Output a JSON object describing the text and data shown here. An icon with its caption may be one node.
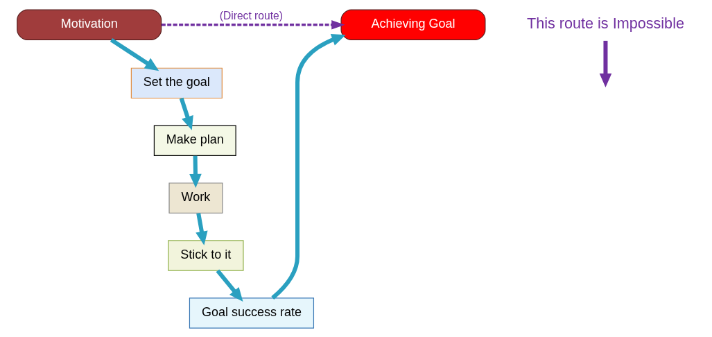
{
  "diagram": {
    "nodes": [
      {
        "text": [
          "Motivation"
        ]
      },
      {
        "text": [
          "Achieving Goal"
        ]
      },
      {
        "text": [
          "This route is Impossible"
        ]
      },
      {
        "text": [
          "Set the goal"
        ]
      },
      {
        "text": [
          "Make plan"
        ]
      },
      {
        "text": [
          "Work"
        ]
      },
      {
        "text": [
          "Stick to it"
        ]
      },
      {
        "text": [
          "Goal success rate"
        ]
      }
    ],
    "edges": [
      {
        "from": 0,
        "to": 1,
        "arrow": "to",
        "label": "(Direct route)",
        "style": "dashed",
        "color": "#7030a0"
      },
      {
        "from": 2,
        "to": null,
        "arrow": "to",
        "color": "#7030a0"
      },
      {
        "from": 0,
        "to": 3,
        "arrow": "to"
      },
      {
        "from": 3,
        "to": 4,
        "arrow": "to"
      },
      {
        "from": 4,
        "to": 5,
        "arrow": "to"
      },
      {
        "from": 5,
        "to": 6,
        "arrow": "to"
      },
      {
        "from": 6,
        "to": 7,
        "arrow": "to"
      },
      {
        "from": 7,
        "to": 1,
        "arrow": "to"
      }
    ]
  }
}
